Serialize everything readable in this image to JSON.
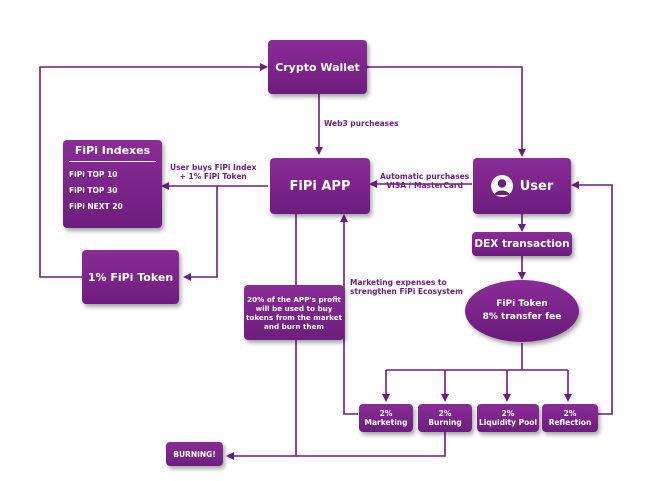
{
  "nodes": {
    "crypto_wallet": "Crypto Wallet",
    "fipi_indexes": {
      "title": "FiPi Indexes",
      "items": [
        "FiPi TOP 10",
        "FiPi TOP 30",
        "FiPi NEXT 20"
      ]
    },
    "fipi_app": "FiPi APP",
    "user": "User",
    "one_pct_token": "1% FiPi Token",
    "dex_transaction": "DEX transaction",
    "fipi_token": {
      "title": "FiPi Token",
      "subtitle": "8% transfer fee"
    },
    "profit_box": [
      "20% of the APP's profit",
      "will be used to buy",
      "tokens from the market",
      "and burn them"
    ],
    "marketing": {
      "pct": "2%",
      "name": "Marketing"
    },
    "burning": {
      "pct": "2%",
      "name": "Burning"
    },
    "liquidity_pool": {
      "pct": "2%",
      "name": "Liquidity Pool"
    },
    "reflection": {
      "pct": "2%",
      "name": "Reflection"
    },
    "burning_end": "BURNING!"
  },
  "edge_labels": {
    "web3": "Web3 purcheases",
    "user_buys": [
      "User buys FiPi Index",
      "+ 1% FiPi Token"
    ],
    "automatic": [
      "Automatic purchases",
      "VISA / MasterCard"
    ],
    "marketing_expenses": [
      "Marketing expenses to",
      "strengthen FiPi Ecosystem"
    ]
  },
  "colors": {
    "node": "#7a2489",
    "line": "#6d1d7e",
    "text_on_node": "#ffffff",
    "label": "#6d1d7e"
  },
  "icons": [
    "user-avatar-icon"
  ]
}
